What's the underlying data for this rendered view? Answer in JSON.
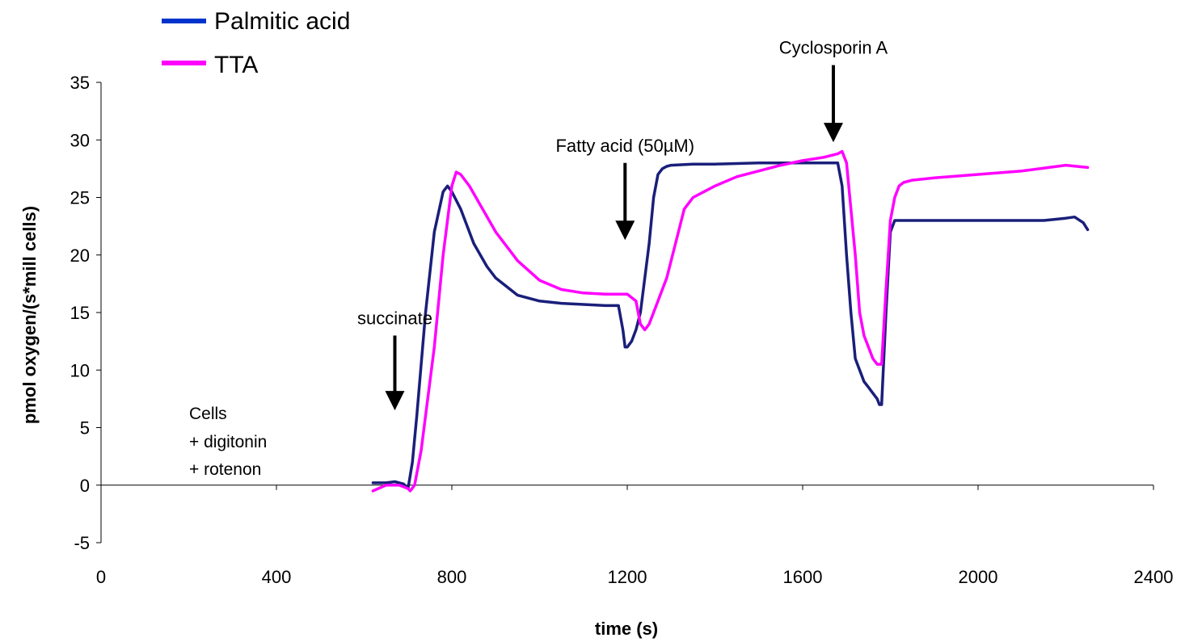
{
  "chart_data": {
    "type": "line",
    "xlabel": "time (s)",
    "ylabel": "pmol oxygen/(s*mill cells)",
    "xlim": [
      0,
      2400
    ],
    "ylim": [
      -5,
      35
    ],
    "xticks": [
      0,
      400,
      800,
      1200,
      1600,
      2000,
      2400
    ],
    "yticks": [
      -5,
      0,
      5,
      10,
      15,
      20,
      25,
      30,
      35
    ],
    "grid": false,
    "legend": "top-left",
    "series": [
      {
        "name": "Palmitic acid",
        "color": "#1a1f7a",
        "legend_color": "#0033cc",
        "x": [
          620,
          650,
          670,
          690,
          700,
          710,
          720,
          740,
          760,
          780,
          790,
          800,
          820,
          850,
          880,
          900,
          950,
          1000,
          1050,
          1100,
          1150,
          1180,
          1190,
          1195,
          1200,
          1210,
          1220,
          1230,
          1240,
          1250,
          1260,
          1270,
          1280,
          1290,
          1300,
          1350,
          1400,
          1500,
          1600,
          1650,
          1670,
          1680,
          1690,
          1700,
          1710,
          1720,
          1730,
          1740,
          1750,
          1760,
          1770,
          1775,
          1780,
          1790,
          1800,
          1810,
          1830,
          1900,
          2000,
          2100,
          2150,
          2200,
          2220,
          2240,
          2250
        ],
        "y": [
          0.2,
          0.2,
          0.3,
          0.1,
          -0.3,
          2,
          6,
          15,
          22,
          25.5,
          26,
          25.5,
          24,
          21,
          19,
          18,
          16.5,
          16,
          15.8,
          15.7,
          15.6,
          15.6,
          13.5,
          12,
          12,
          12.5,
          13.5,
          15,
          18,
          21,
          25,
          27,
          27.5,
          27.7,
          27.8,
          27.9,
          27.9,
          28,
          28,
          28,
          28,
          28,
          26,
          20,
          15,
          11,
          10,
          9,
          8.5,
          8,
          7.5,
          7,
          7,
          15,
          22,
          23,
          23,
          23,
          23,
          23,
          23,
          23.2,
          23.3,
          22.8,
          22.2
        ]
      },
      {
        "name": "TTA",
        "color": "#ff00ff",
        "legend_color": "#ff00ff",
        "x": [
          620,
          650,
          680,
          700,
          705,
          715,
          730,
          760,
          780,
          800,
          810,
          820,
          840,
          870,
          900,
          950,
          1000,
          1050,
          1100,
          1150,
          1200,
          1220,
          1230,
          1240,
          1250,
          1270,
          1290,
          1310,
          1330,
          1350,
          1400,
          1450,
          1500,
          1550,
          1600,
          1650,
          1680,
          1690,
          1700,
          1710,
          1720,
          1730,
          1740,
          1750,
          1760,
          1770,
          1780,
          1790,
          1800,
          1810,
          1820,
          1830,
          1850,
          1900,
          2000,
          2100,
          2200,
          2250
        ],
        "y": [
          -0.5,
          0,
          0,
          -0.3,
          -0.5,
          0,
          3,
          12,
          20,
          26,
          27.2,
          27,
          26,
          24,
          22,
          19.5,
          17.8,
          17,
          16.7,
          16.6,
          16.6,
          16,
          14,
          13.5,
          14,
          16,
          18,
          21,
          24,
          25,
          26,
          26.8,
          27.3,
          27.8,
          28.2,
          28.5,
          28.8,
          29,
          28,
          24,
          20,
          15,
          13,
          12,
          11,
          10.5,
          10.5,
          17,
          23,
          25,
          26,
          26.3,
          26.5,
          26.7,
          27,
          27.3,
          27.8,
          27.6
        ]
      }
    ],
    "annotations": [
      {
        "text": "succinate",
        "x": 670,
        "arrow_from_y": 13,
        "arrow_to_y": 6.5
      },
      {
        "text": "Fatty acid (50µM)",
        "x": 1195,
        "arrow_from_y": 28,
        "arrow_to_y": 21.3
      },
      {
        "text": "Cyclosporin A",
        "x": 1670,
        "arrow_from_y": 36.5,
        "arrow_to_y": 29.8
      }
    ],
    "notes": {
      "cells_lines": [
        "Cells",
        "+ digitonin",
        "+ rotenon"
      ]
    }
  }
}
